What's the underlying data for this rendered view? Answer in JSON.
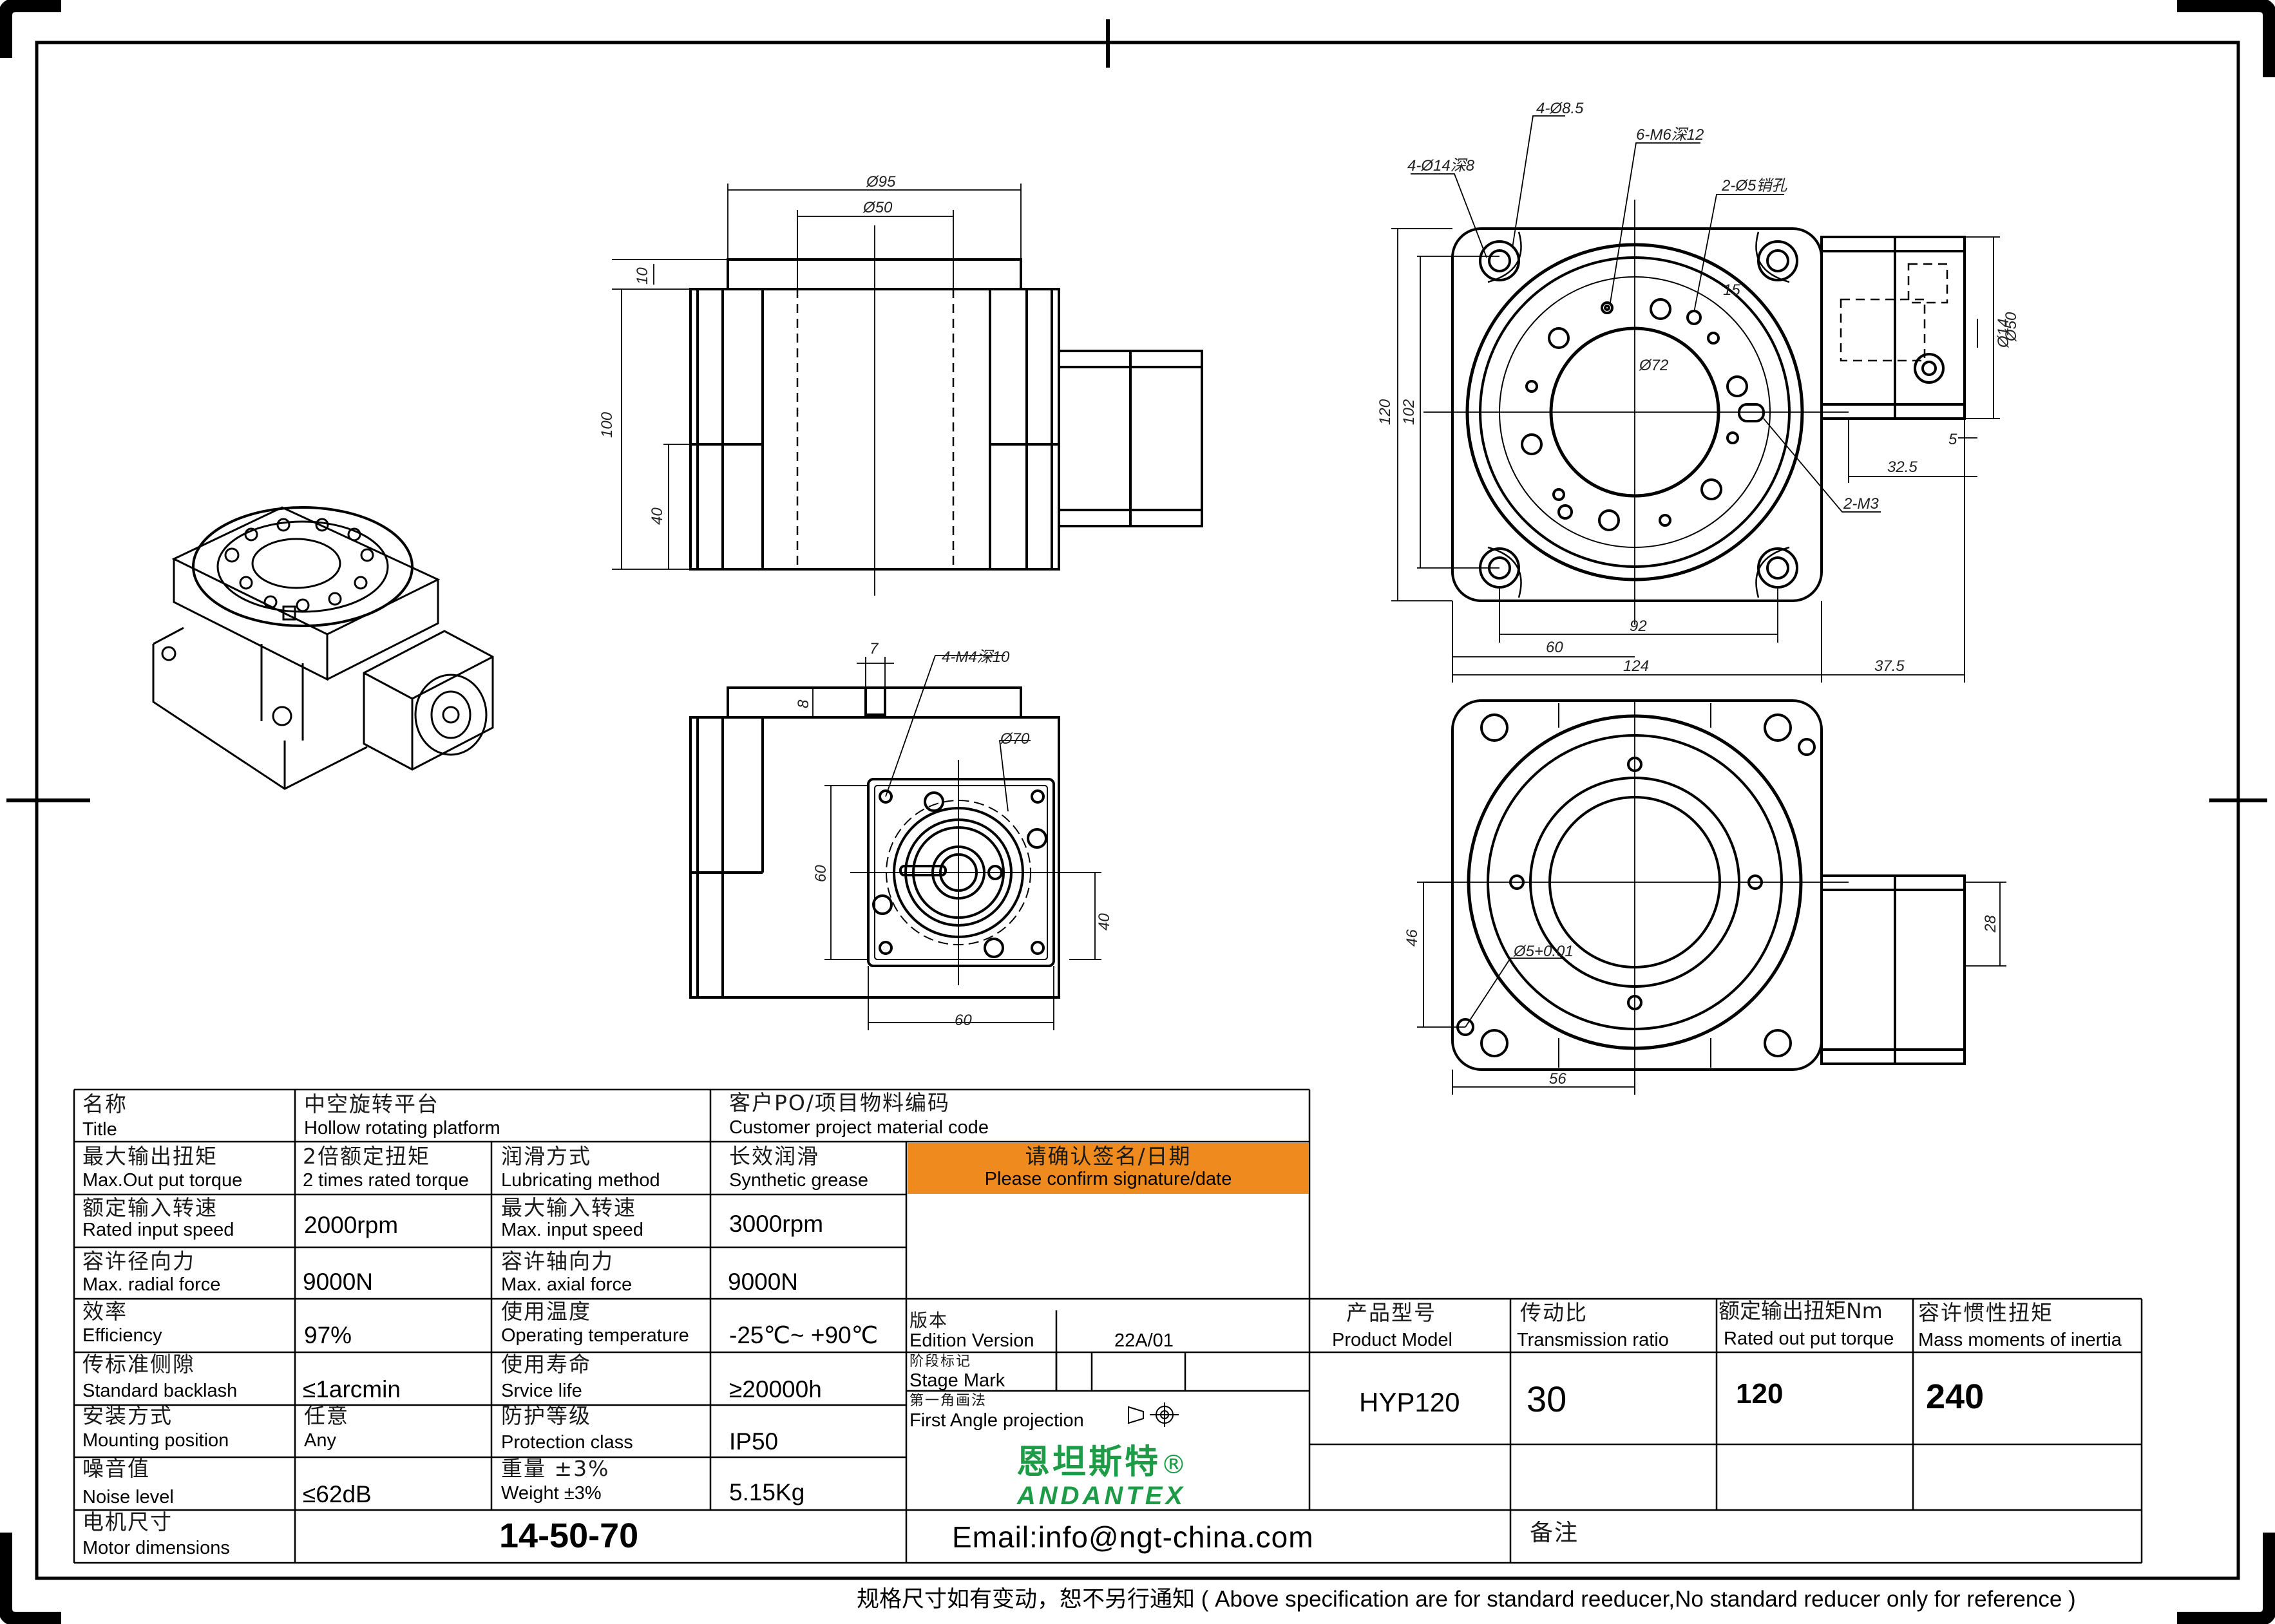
{
  "table": {
    "title": {
      "zh": "名称",
      "en": "Title",
      "value_zh": "中空旋转平台",
      "value_en": "Hollow rotating platform"
    },
    "customer": {
      "zh": "客户PO/项目物料编码",
      "en": "Customer project material code"
    },
    "max_output_torque": {
      "zh": "最大输出扭矩",
      "en": "Max.Out put torque",
      "value_zh": "2倍额定扭矩",
      "value_en": "2 times rated torque"
    },
    "lubrication": {
      "zh": "润滑方式",
      "en": "Lubricating method",
      "value_zh": "长效润滑",
      "value_en": "Synthetic grease"
    },
    "confirm": {
      "zh": "请确认签名/日期",
      "en": "Please confirm signature/date",
      "color": "#EE8A1E"
    },
    "rated_input_speed": {
      "zh": "额定输入转速",
      "en": "Rated input speed",
      "value": "2000rpm"
    },
    "max_input_speed": {
      "zh": "最大输入转速",
      "en": "Max. input speed",
      "value": "3000rpm"
    },
    "radial_force": {
      "zh": "容许径向力",
      "en": "Max. radial force",
      "value": "9000N"
    },
    "axial_force": {
      "zh": "容许轴向力",
      "en": "Max. axial force",
      "value": "9000N"
    },
    "efficiency": {
      "zh": "效率",
      "en": "Efficiency",
      "value": "97%"
    },
    "operating_temp": {
      "zh": "使用温度",
      "en": "Operating temperature",
      "value": "-25℃~ +90℃"
    },
    "backlash": {
      "zh": "传标准侧隙",
      "en": "Standard backlash",
      "value": "≤1arcmin"
    },
    "service_life": {
      "zh": "使用寿命",
      "en": "Srvice life",
      "value": "≥20000h"
    },
    "mounting": {
      "zh": "安装方式",
      "en": "Mounting position",
      "value_zh": "任意",
      "value_en": "Any"
    },
    "protection": {
      "zh": "防护等级",
      "en": "Protection class",
      "value": "IP50"
    },
    "noise": {
      "zh": "噪音值",
      "en": "Noise level",
      "value": "≤62dB"
    },
    "weight": {
      "zh": "重量 ±3%",
      "en": "Weight ±3%",
      "value": "5.15Kg"
    },
    "motor": {
      "zh": "电机尺寸",
      "en": "Motor dimensions",
      "value": "14-50-70"
    },
    "edition": {
      "zh": "版本",
      "en": "Edition Version",
      "value": "22A/01"
    },
    "stage": {
      "zh": "阶段标记",
      "en": "Stage Mark"
    },
    "projection": {
      "zh": "第一角画法",
      "en": "First Angle projection"
    },
    "brand": {
      "zh": "恩坦斯特",
      "reg": "®",
      "en": "ANDANTEX",
      "color": "#1E9B47"
    },
    "email": "Email:info@ngt-china.com",
    "remark": "备注",
    "model": {
      "zh": "产品型号",
      "en": "Product Model",
      "value": "HYP120"
    },
    "ratio": {
      "zh": "传动比",
      "en": "Transmission ratio",
      "value": "30"
    },
    "rated_output": {
      "zh": "额定输出扭矩Nm",
      "en": "Rated out put torque",
      "value": "120"
    },
    "inertia": {
      "zh": "容许惯性扭矩",
      "en": "Mass moments of inertia",
      "value": "240"
    }
  },
  "footer": "规格尺寸如有变动，恕不另行通知  ( Above specification are for standard reeducer,No standard reducer only for reference )",
  "dimensions": {
    "d95": "Ø95",
    "d50": "Ø50",
    "h10": "10",
    "h100": "100",
    "h40": "40",
    "four_d85": "4-Ø8.5",
    "four_d14": "4-Ø14深8",
    "six_m6": "6-M6深12",
    "two_d5": "2-Ø5销孔",
    "a15": "15",
    "d72": "Ø72",
    "two_m3": "2-M3",
    "h120": "120",
    "h102": "102",
    "d14": "Ø14",
    "d50b": "Ø50",
    "w5": "5",
    "w325": "32.5",
    "w60": "60",
    "w92": "92",
    "w124": "124",
    "w375": "37.5",
    "w7": "7",
    "h8": "8",
    "four_m4": "4-M4深10",
    "d70": "Ø70",
    "h60": "60",
    "h40b": "40",
    "w60b": "60",
    "h46": "46",
    "d5tol": "Ø5+0.01",
    "h28": "28",
    "w56": "56"
  }
}
